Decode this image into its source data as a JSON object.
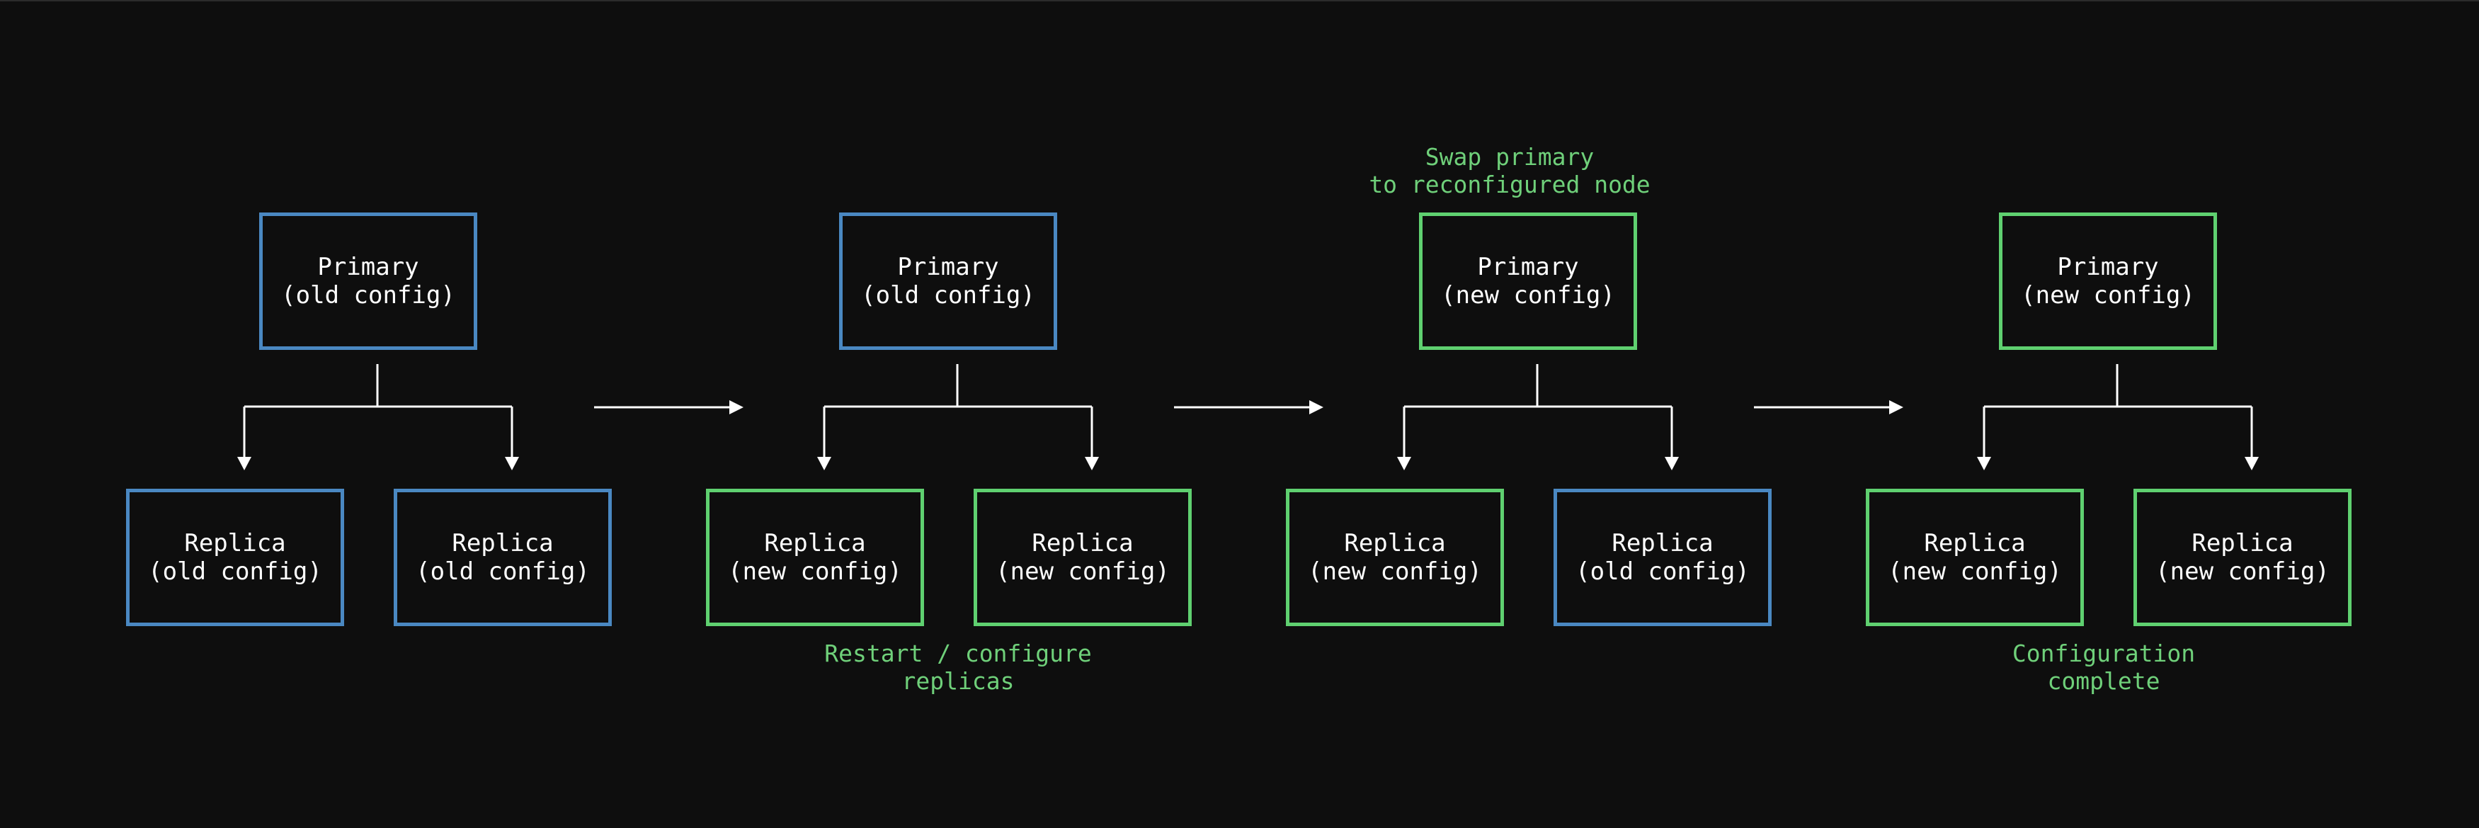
{
  "colors": {
    "background": "#0e0e0e",
    "old_config": "#4a88c2",
    "new_config": "#5fd070",
    "note_text": "#6fd07a",
    "line": "#ffffff"
  },
  "stages": [
    {
      "primary": {
        "label": "Primary\n(old config)",
        "state": "old"
      },
      "replicas": [
        {
          "label": "Replica\n(old config)",
          "state": "old"
        },
        {
          "label": "Replica\n(old config)",
          "state": "old"
        }
      ]
    },
    {
      "primary": {
        "label": "Primary\n(old config)",
        "state": "old"
      },
      "replicas": [
        {
          "label": "Replica\n(new config)",
          "state": "new"
        },
        {
          "label": "Replica\n(new config)",
          "state": "new"
        }
      ],
      "note_below": "Restart / configure\nreplicas"
    },
    {
      "primary": {
        "label": "Primary\n(new config)",
        "state": "new"
      },
      "replicas": [
        {
          "label": "Replica\n(new config)",
          "state": "new"
        },
        {
          "label": "Replica\n(old config)",
          "state": "old"
        }
      ],
      "note_above": "Swap primary\nto reconfigured node"
    },
    {
      "primary": {
        "label": "Primary\n(new config)",
        "state": "new"
      },
      "replicas": [
        {
          "label": "Replica\n(new config)",
          "state": "new"
        },
        {
          "label": "Replica\n(new config)",
          "state": "new"
        }
      ],
      "note_below": "Configuration\ncomplete"
    }
  ]
}
